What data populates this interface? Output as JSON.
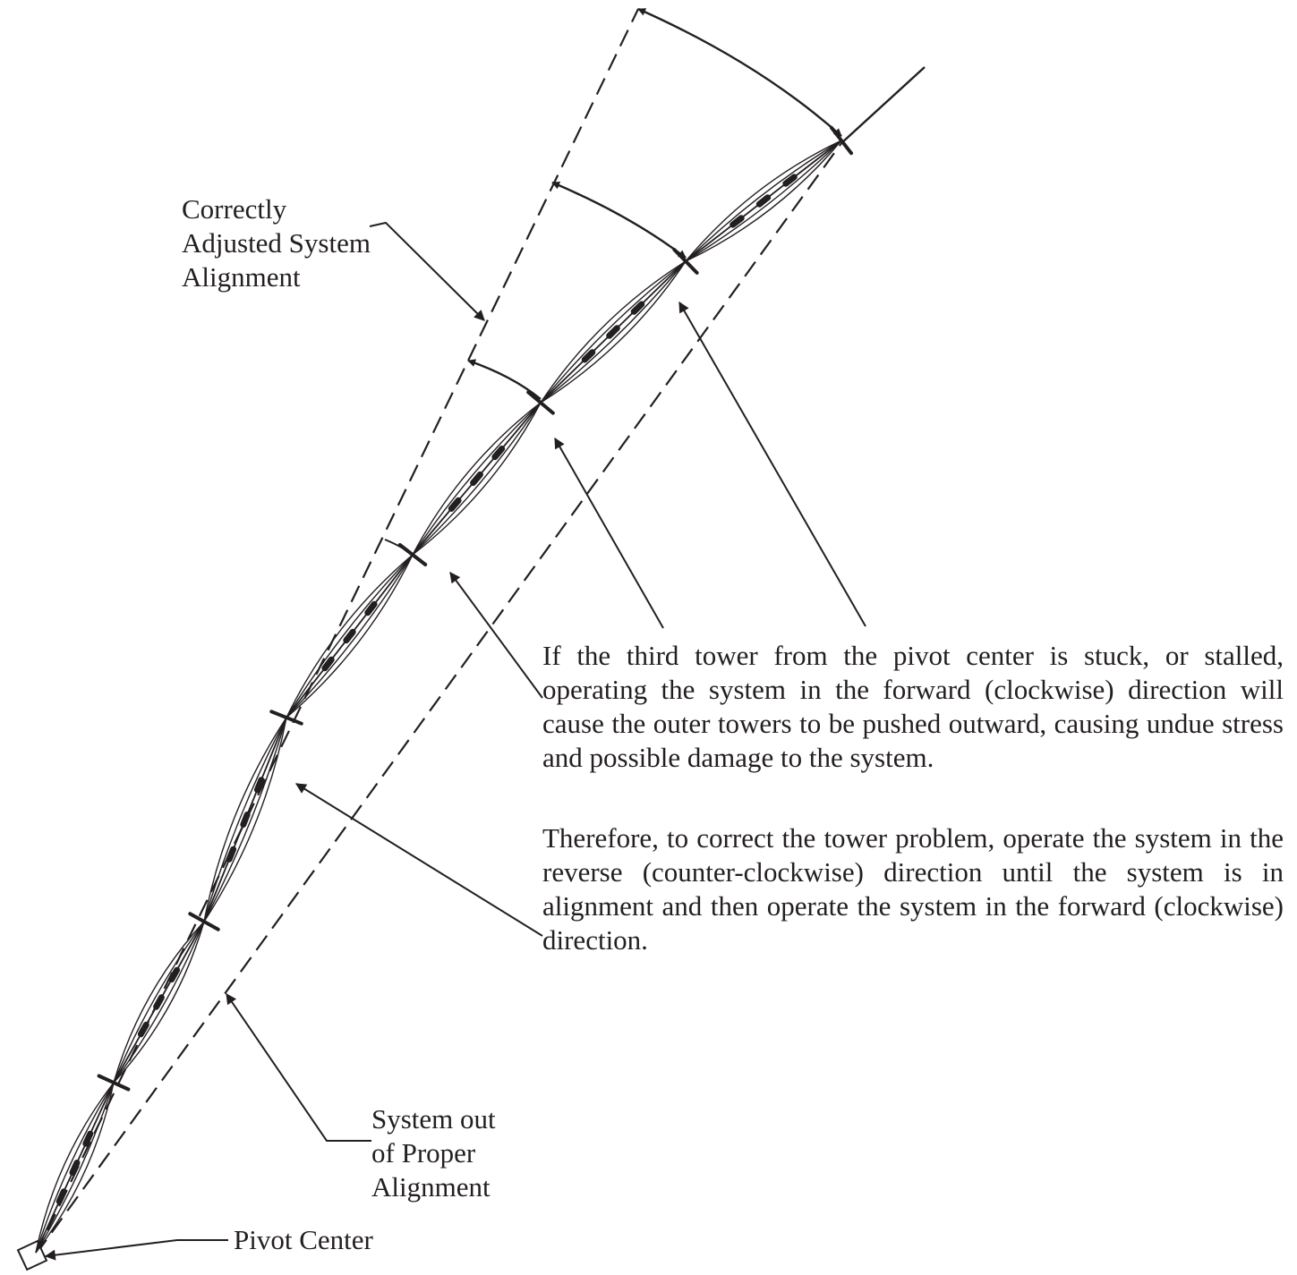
{
  "labels": {
    "correct_alignment": [
      "Correctly",
      "Adjusted System",
      "Alignment"
    ],
    "out_of_alignment": [
      "System out",
      "of Proper",
      "Alignment"
    ],
    "pivot_center": "Pivot Center"
  },
  "notes": {
    "paragraph_1": "If the third tower from the pivot center is stuck, or stalled, operating the system in the forward (clockwise) direction will cause the outer towers to be pushed outward, causing undue stress and possible damage to the system.",
    "paragraph_2": "Therefore, to correct the tower problem, operate the system in the reverse (counter-clockwise) direction until the system is in alignment and then operate the system in the forward (clockwise) direction."
  },
  "colors": {
    "ink": "#231f20",
    "background": "#ffffff"
  }
}
